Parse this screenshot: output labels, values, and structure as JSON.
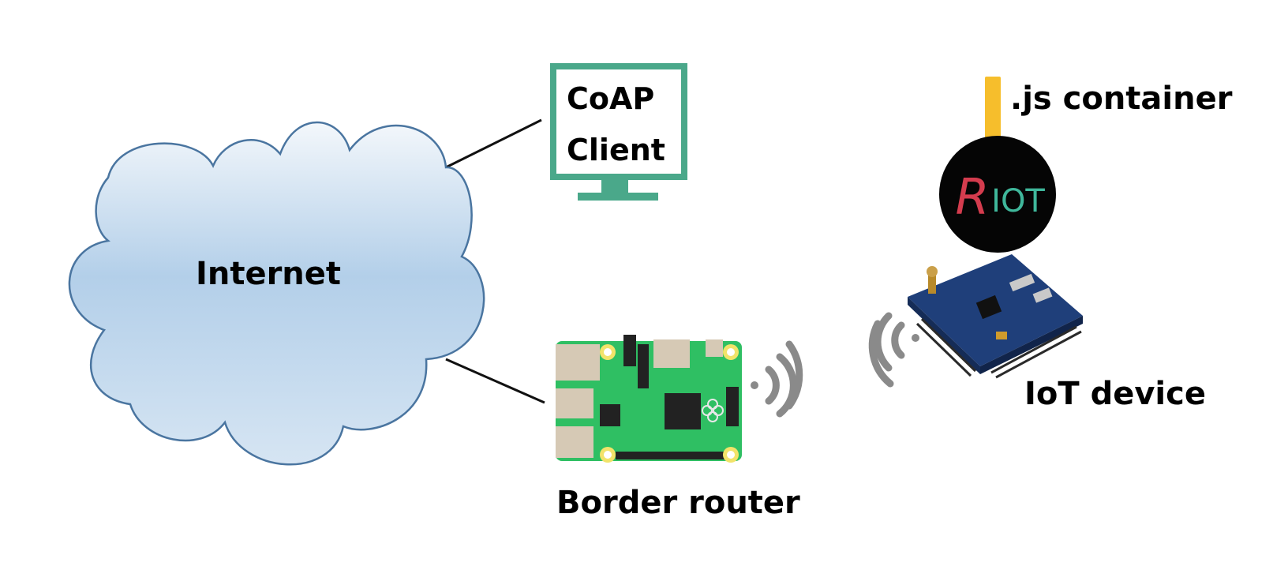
{
  "labels": {
    "internet": "Internet",
    "client_line1": "CoAP",
    "client_line2": "Client",
    "js_container": ".js container",
    "riot_r": "R",
    "riot_iot": "IOT",
    "iot_device": "IoT device",
    "border_router": "Border router"
  },
  "icons": {
    "cloud": "cloud-icon",
    "monitor": "monitor-icon",
    "raspberry_pi": "raspberry-pi-board-icon",
    "wifi_out": "wifi-signal-icon",
    "wifi_in": "wifi-signal-icon",
    "riot_logo": "riot-os-logo",
    "container_bar": "javascript-container-icon",
    "iot_board": "iot-board-icon"
  },
  "colors": {
    "cloud_top": "#eef4fa",
    "cloud_bottom": "#a9c8e6",
    "cloud_stroke": "#4a75a0",
    "monitor": "#4aa88a",
    "board_green": "#2fbf63",
    "board_blue": "#1f3f7a",
    "wifi": "#8a8a8a",
    "riot_black": "#050505",
    "riot_red": "#d43c4e",
    "riot_teal": "#3fb79b",
    "container_yellow": "#f6be2c"
  }
}
